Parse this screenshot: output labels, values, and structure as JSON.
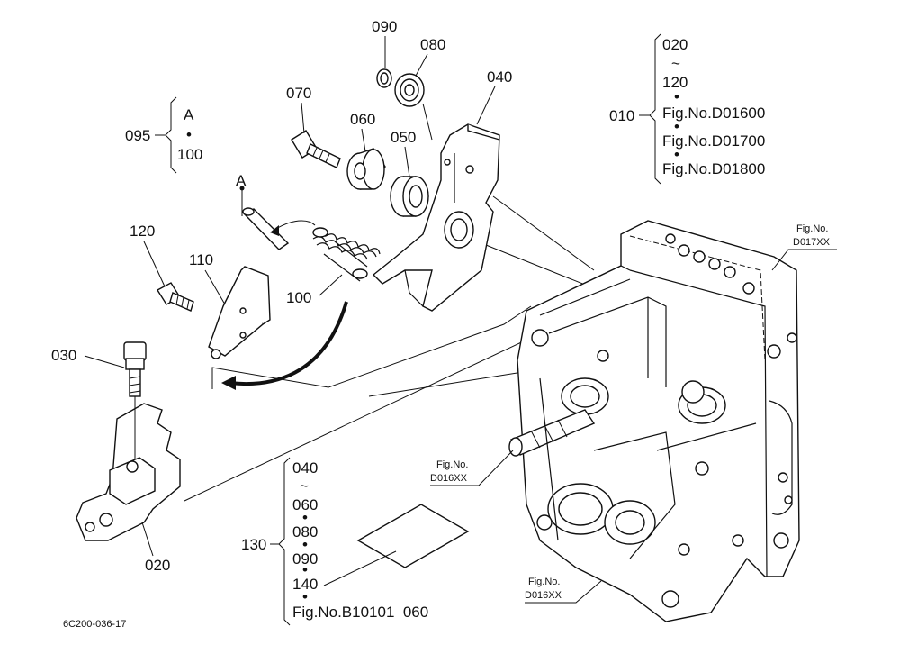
{
  "parts": {
    "p020": "020",
    "p030": "030",
    "p040": "040",
    "p050": "050",
    "p060": "060",
    "p070": "070",
    "p080": "080",
    "p090": "090",
    "p095": "095",
    "p100": "100",
    "p110": "110",
    "p120": "120",
    "p130": "130",
    "p010": "010",
    "pointA": "A"
  },
  "bracket_095": [
    "A",
    "•",
    "100"
  ],
  "bracket_010": [
    "020",
    "~",
    "120",
    "•",
    "Fig.No.D01600",
    "•",
    "Fig.No.D01700",
    "•",
    "Fig.No.D01800"
  ],
  "bracket_130": [
    "040",
    "~",
    "060",
    "•",
    "080",
    "•",
    "090",
    "•",
    "140",
    "•",
    "Fig.No.B10101  060"
  ],
  "callouts": {
    "d017_line1": "Fig.No.",
    "d017_line2": "D017XX",
    "d016a_line1": "Fig.No.",
    "d016a_line2": "D016XX",
    "d016b_line1": "Fig.No.",
    "d016b_line2": "D016XX"
  },
  "diagram_code": "6C200-036-17"
}
